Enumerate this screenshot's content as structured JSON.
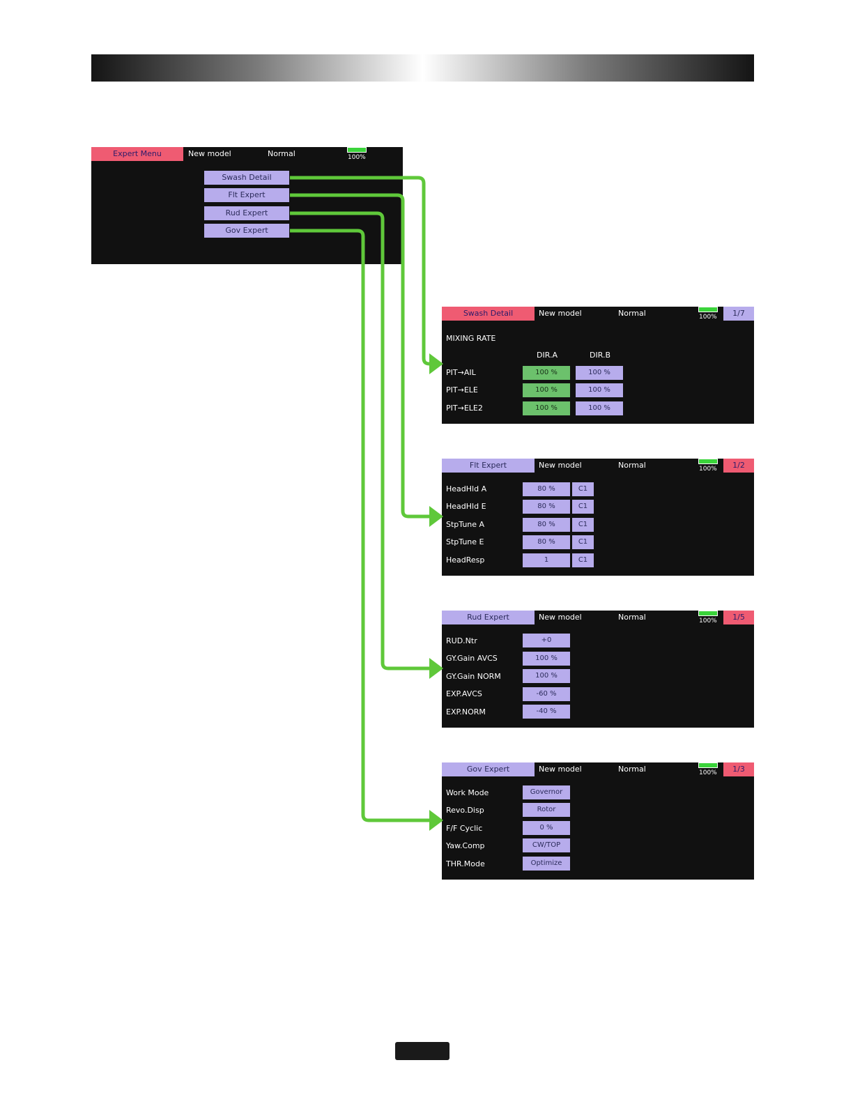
{
  "expert_menu": {
    "title": "Expert Menu",
    "model": "New model",
    "mode": "Normal",
    "battery": "100%",
    "battery_level": 1.0,
    "buttons": [
      "Swash Detail",
      "Flt Expert",
      "Rud Expert",
      "Gov Expert"
    ]
  },
  "swash": {
    "title": "Swash Detail",
    "model": "New model",
    "mode": "Normal",
    "battery": "100%",
    "page": "1/7",
    "section": "MIXING RATE",
    "col_a": "DIR.A",
    "col_b": "DIR.B",
    "rows": [
      {
        "label": "PIT→AIL",
        "a": "100 %",
        "b": "100 %"
      },
      {
        "label": "PIT→ELE",
        "a": "100 %",
        "b": "100 %"
      },
      {
        "label": "PIT→ELE2",
        "a": "100 %",
        "b": "100 %"
      }
    ]
  },
  "flt": {
    "title": "Flt Expert",
    "model": "New model",
    "mode": "Normal",
    "battery": "100%",
    "page": "1/2",
    "rows": [
      {
        "label": "HeadHld A",
        "value": "80 %",
        "sw": "C1"
      },
      {
        "label": "HeadHld E",
        "value": "80 %",
        "sw": "C1"
      },
      {
        "label": "StpTune A",
        "value": "80 %",
        "sw": "C1"
      },
      {
        "label": "StpTune E",
        "value": "80 %",
        "sw": "C1"
      },
      {
        "label": "HeadResp",
        "value": "1",
        "sw": "C1"
      }
    ]
  },
  "rud": {
    "title": "Rud Expert",
    "model": "New model",
    "mode": "Normal",
    "battery": "100%",
    "page": "1/5",
    "rows": [
      {
        "label": "RUD.Ntr",
        "value": "+0"
      },
      {
        "label": "GY.Gain AVCS",
        "value": "100 %"
      },
      {
        "label": "GY.Gain NORM",
        "value": "100 %"
      },
      {
        "label": "EXP.AVCS",
        "value": "-60 %"
      },
      {
        "label": "EXP.NORM",
        "value": "-40 %"
      }
    ]
  },
  "gov": {
    "title": "Gov Expert",
    "model": "New model",
    "mode": "Normal",
    "battery": "100%",
    "page": "1/3",
    "rows": [
      {
        "label": "Work Mode",
        "value": "Governor"
      },
      {
        "label": "Revo.Disp",
        "value": "Rotor"
      },
      {
        "label": "F/F Cyclic",
        "value": "0 %"
      },
      {
        "label": "Yaw.Comp",
        "value": "CW/TOP"
      },
      {
        "label": "THR.Mode",
        "value": "Optimize"
      }
    ]
  },
  "colors": {
    "title_red": "#ef5b72",
    "title_lavender": "#b7acec",
    "value_green": "#6cc16c",
    "arrow_green": "#5fc83a",
    "screen_bg": "#111111"
  }
}
